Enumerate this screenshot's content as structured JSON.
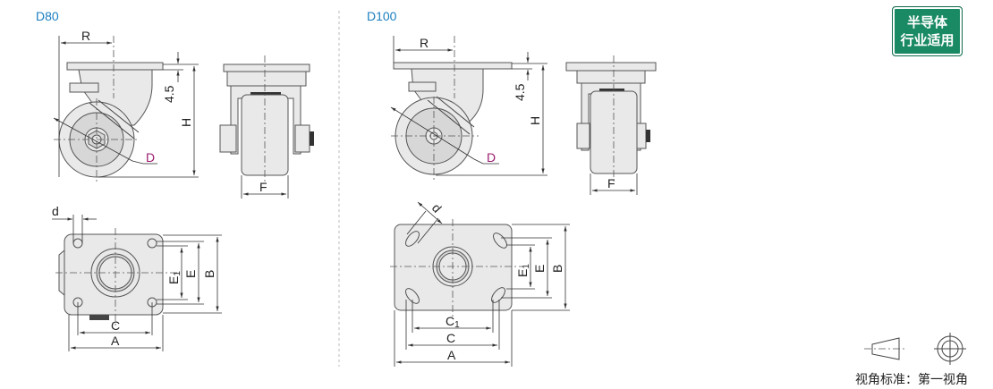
{
  "badge": {
    "line1": "半导体",
    "line2": "行业适用",
    "color": "#1a8a64"
  },
  "projection_note": "视角标准：第一视角",
  "divider": "dashed",
  "views": [
    {
      "title": "D80",
      "side_labels": {
        "r": "R",
        "h": "H",
        "offset": "4.5",
        "d": "D"
      },
      "front_labels": {
        "f": "F"
      },
      "top_labels": {
        "d": "d",
        "e1": "E1",
        "e": "E",
        "b": "B",
        "c": "C",
        "a": "A"
      }
    },
    {
      "title": "D100",
      "side_labels": {
        "r": "R",
        "h": "H",
        "offset": "4.5",
        "d": "D"
      },
      "front_labels": {
        "f": "F"
      },
      "top_labels": {
        "d": "d",
        "e1": "E1",
        "e": "E",
        "b": "B",
        "c1": "C1",
        "c": "C",
        "a": "A"
      }
    }
  ],
  "colors": {
    "title": "#1a7fc0",
    "diameter_label": "#9b1b6f"
  }
}
